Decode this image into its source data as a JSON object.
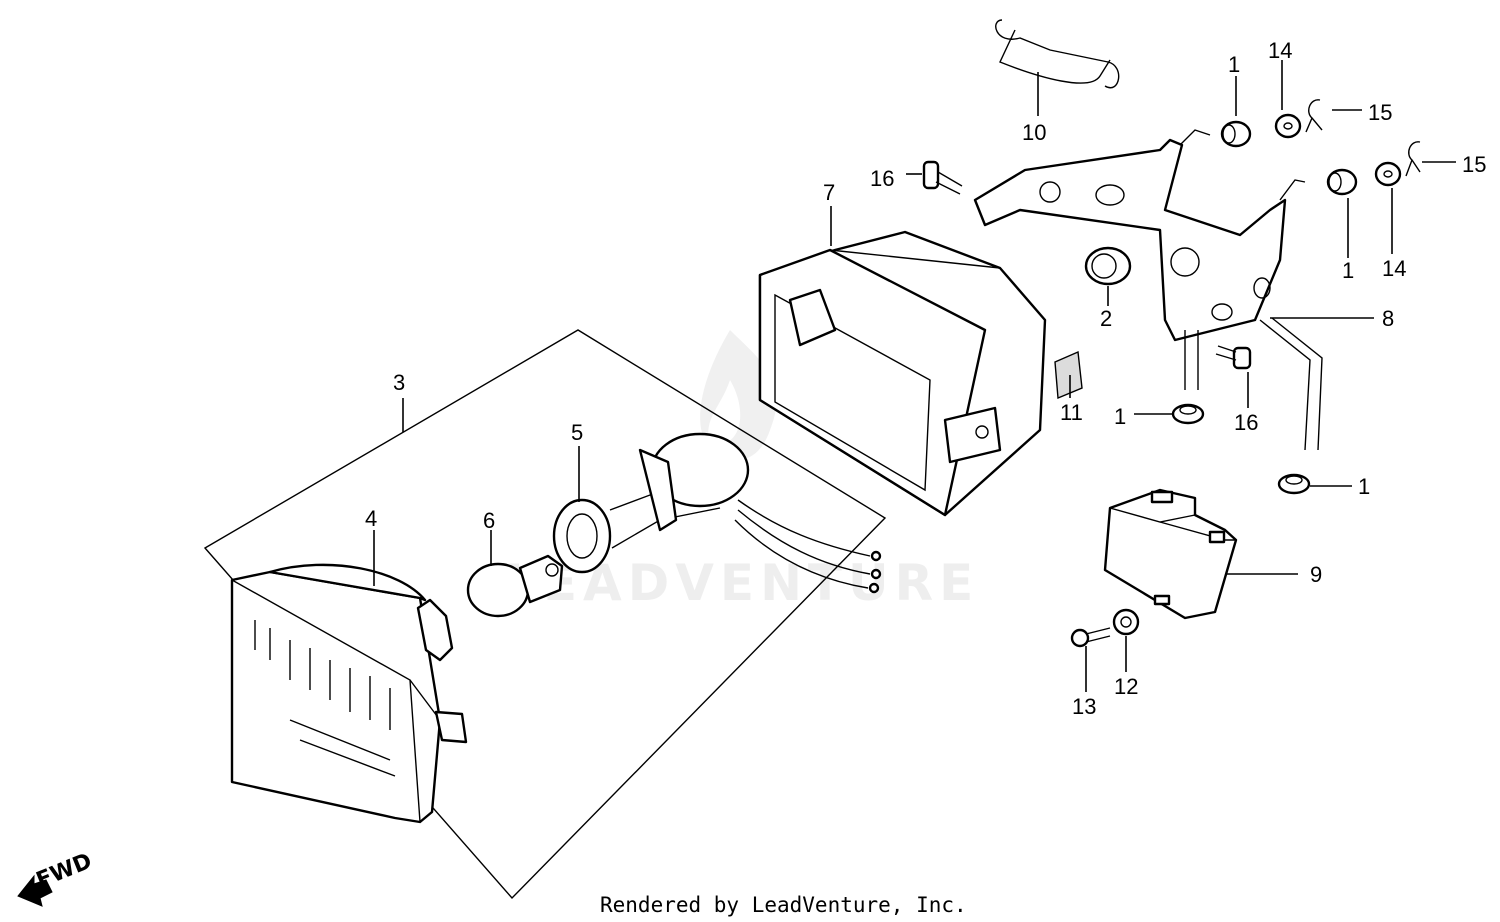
{
  "watermark": "LEADVENTURE",
  "footer": "Rendered by LeadVenture, Inc.",
  "direction": "FWD",
  "callouts": {
    "c1a": "1",
    "c1b": "1",
    "c1c": "1",
    "c1d": "1",
    "c2": "2",
    "c3": "3",
    "c4": "4",
    "c5": "5",
    "c6": "6",
    "c7": "7",
    "c8": "8",
    "c9": "9",
    "c10": "10",
    "c11": "11",
    "c12": "12",
    "c13": "13",
    "c14a": "14",
    "c14b": "14",
    "c15a": "15",
    "c15b": "15",
    "c16a": "16",
    "c16b": "16"
  }
}
